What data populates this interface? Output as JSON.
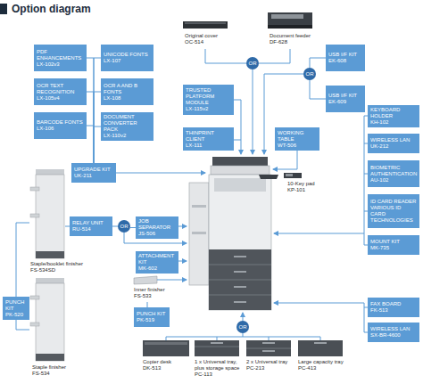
{
  "diagram": {
    "title": "Option diagram",
    "nodes": [
      {
        "text": [
          "PDF ENHANCEMENTS",
          "LX-102v3"
        ]
      },
      {
        "text": [
          "UNICODE FONTS",
          "LX-107"
        ]
      },
      {
        "text": [
          "OCR TEXT RECOGNITION",
          "LX-105v4"
        ]
      },
      {
        "text": [
          "OCR A AND B FONTS",
          "LX-108"
        ]
      },
      {
        "text": [
          "BARCODE FONTS",
          "LX-106"
        ]
      },
      {
        "text": [
          "DOCUMENT CONVERTER PACK",
          "LX-110v2"
        ]
      },
      {
        "text": [
          "UPGRADE KIT",
          "UK-211"
        ]
      },
      {
        "text": [
          "OR"
        ]
      },
      {
        "text": [
          "TRUSTED PLATFORM MODULE",
          "LX-115v2"
        ]
      },
      {
        "text": [
          "THINPRINT CLIENT",
          "LX-111"
        ]
      },
      {
        "text": [
          "USB I/F KIT",
          "EK-608"
        ]
      },
      {
        "text": [
          "OR"
        ]
      },
      {
        "text": [
          "USB I/F KIT",
          "EK-609"
        ]
      },
      {
        "text": [
          "WORKING TABLE",
          "WT-506"
        ]
      },
      {
        "text": [
          "KEYBOARD HOLDER",
          "KH-102"
        ]
      },
      {
        "text": [
          "WIRELESS LAN",
          "UK-212"
        ]
      },
      {
        "text": [
          "BIOMETRIC AUTHENTICATION",
          "AU-102"
        ]
      },
      {
        "text": [
          "ID CARD READER",
          "VARIOUS ID CARD TECHNOLOGIES"
        ]
      },
      {
        "text": [
          "MOUNT KIT",
          "MK-735"
        ]
      },
      {
        "text": [
          "RELAY UNIT",
          "RU-514"
        ]
      },
      {
        "text": [
          "OR"
        ]
      },
      {
        "text": [
          "JOB SEPARATOR",
          "JS-506"
        ]
      },
      {
        "text": [
          "ATTACHMENT KIT",
          "MK-602"
        ]
      },
      {
        "text": [
          "PUNCH KIT",
          "PK-519"
        ]
      },
      {
        "text": [
          "PUNCH KIT",
          "PK-520"
        ]
      },
      {
        "text": [
          "FAX BOARD",
          "FK-513"
        ]
      },
      {
        "text": [
          "WIRELESS LAN",
          "SX-BR-4600"
        ]
      },
      {
        "text": [
          "OR"
        ]
      }
    ],
    "edges": [
      {
        "from": 0,
        "to": 6,
        "arrow": "none"
      },
      {
        "from": 1,
        "to": 6,
        "arrow": "none"
      },
      {
        "from": 2,
        "to": 6,
        "arrow": "none"
      },
      {
        "from": 3,
        "to": 6,
        "arrow": "none"
      },
      {
        "from": 4,
        "to": 6,
        "arrow": "none"
      },
      {
        "from": 5,
        "to": 6,
        "arrow": "none"
      },
      {
        "from": 10,
        "to": 11,
        "arrow": "none"
      },
      {
        "from": 12,
        "to": 11,
        "arrow": "none"
      },
      {
        "from": 19,
        "to": 20,
        "arrow": "none"
      },
      {
        "from": 21,
        "to": 20,
        "arrow": "none"
      }
    ],
    "labels": [
      "Original cover",
      "OC-514",
      "Document feeder",
      "DF-628",
      "10-Key pad",
      "KP-101",
      "Staple/booklet finisher",
      "FS-534SD",
      "Staple finisher",
      "FS-534",
      "Inner finisher",
      "FS-533",
      "Copier desk",
      "DK-513",
      "1 x Universal tray, plus storage space",
      "PC-113",
      "2 x Universal tray",
      "PC-213",
      "Large capacity tray",
      "PC-413"
    ]
  }
}
